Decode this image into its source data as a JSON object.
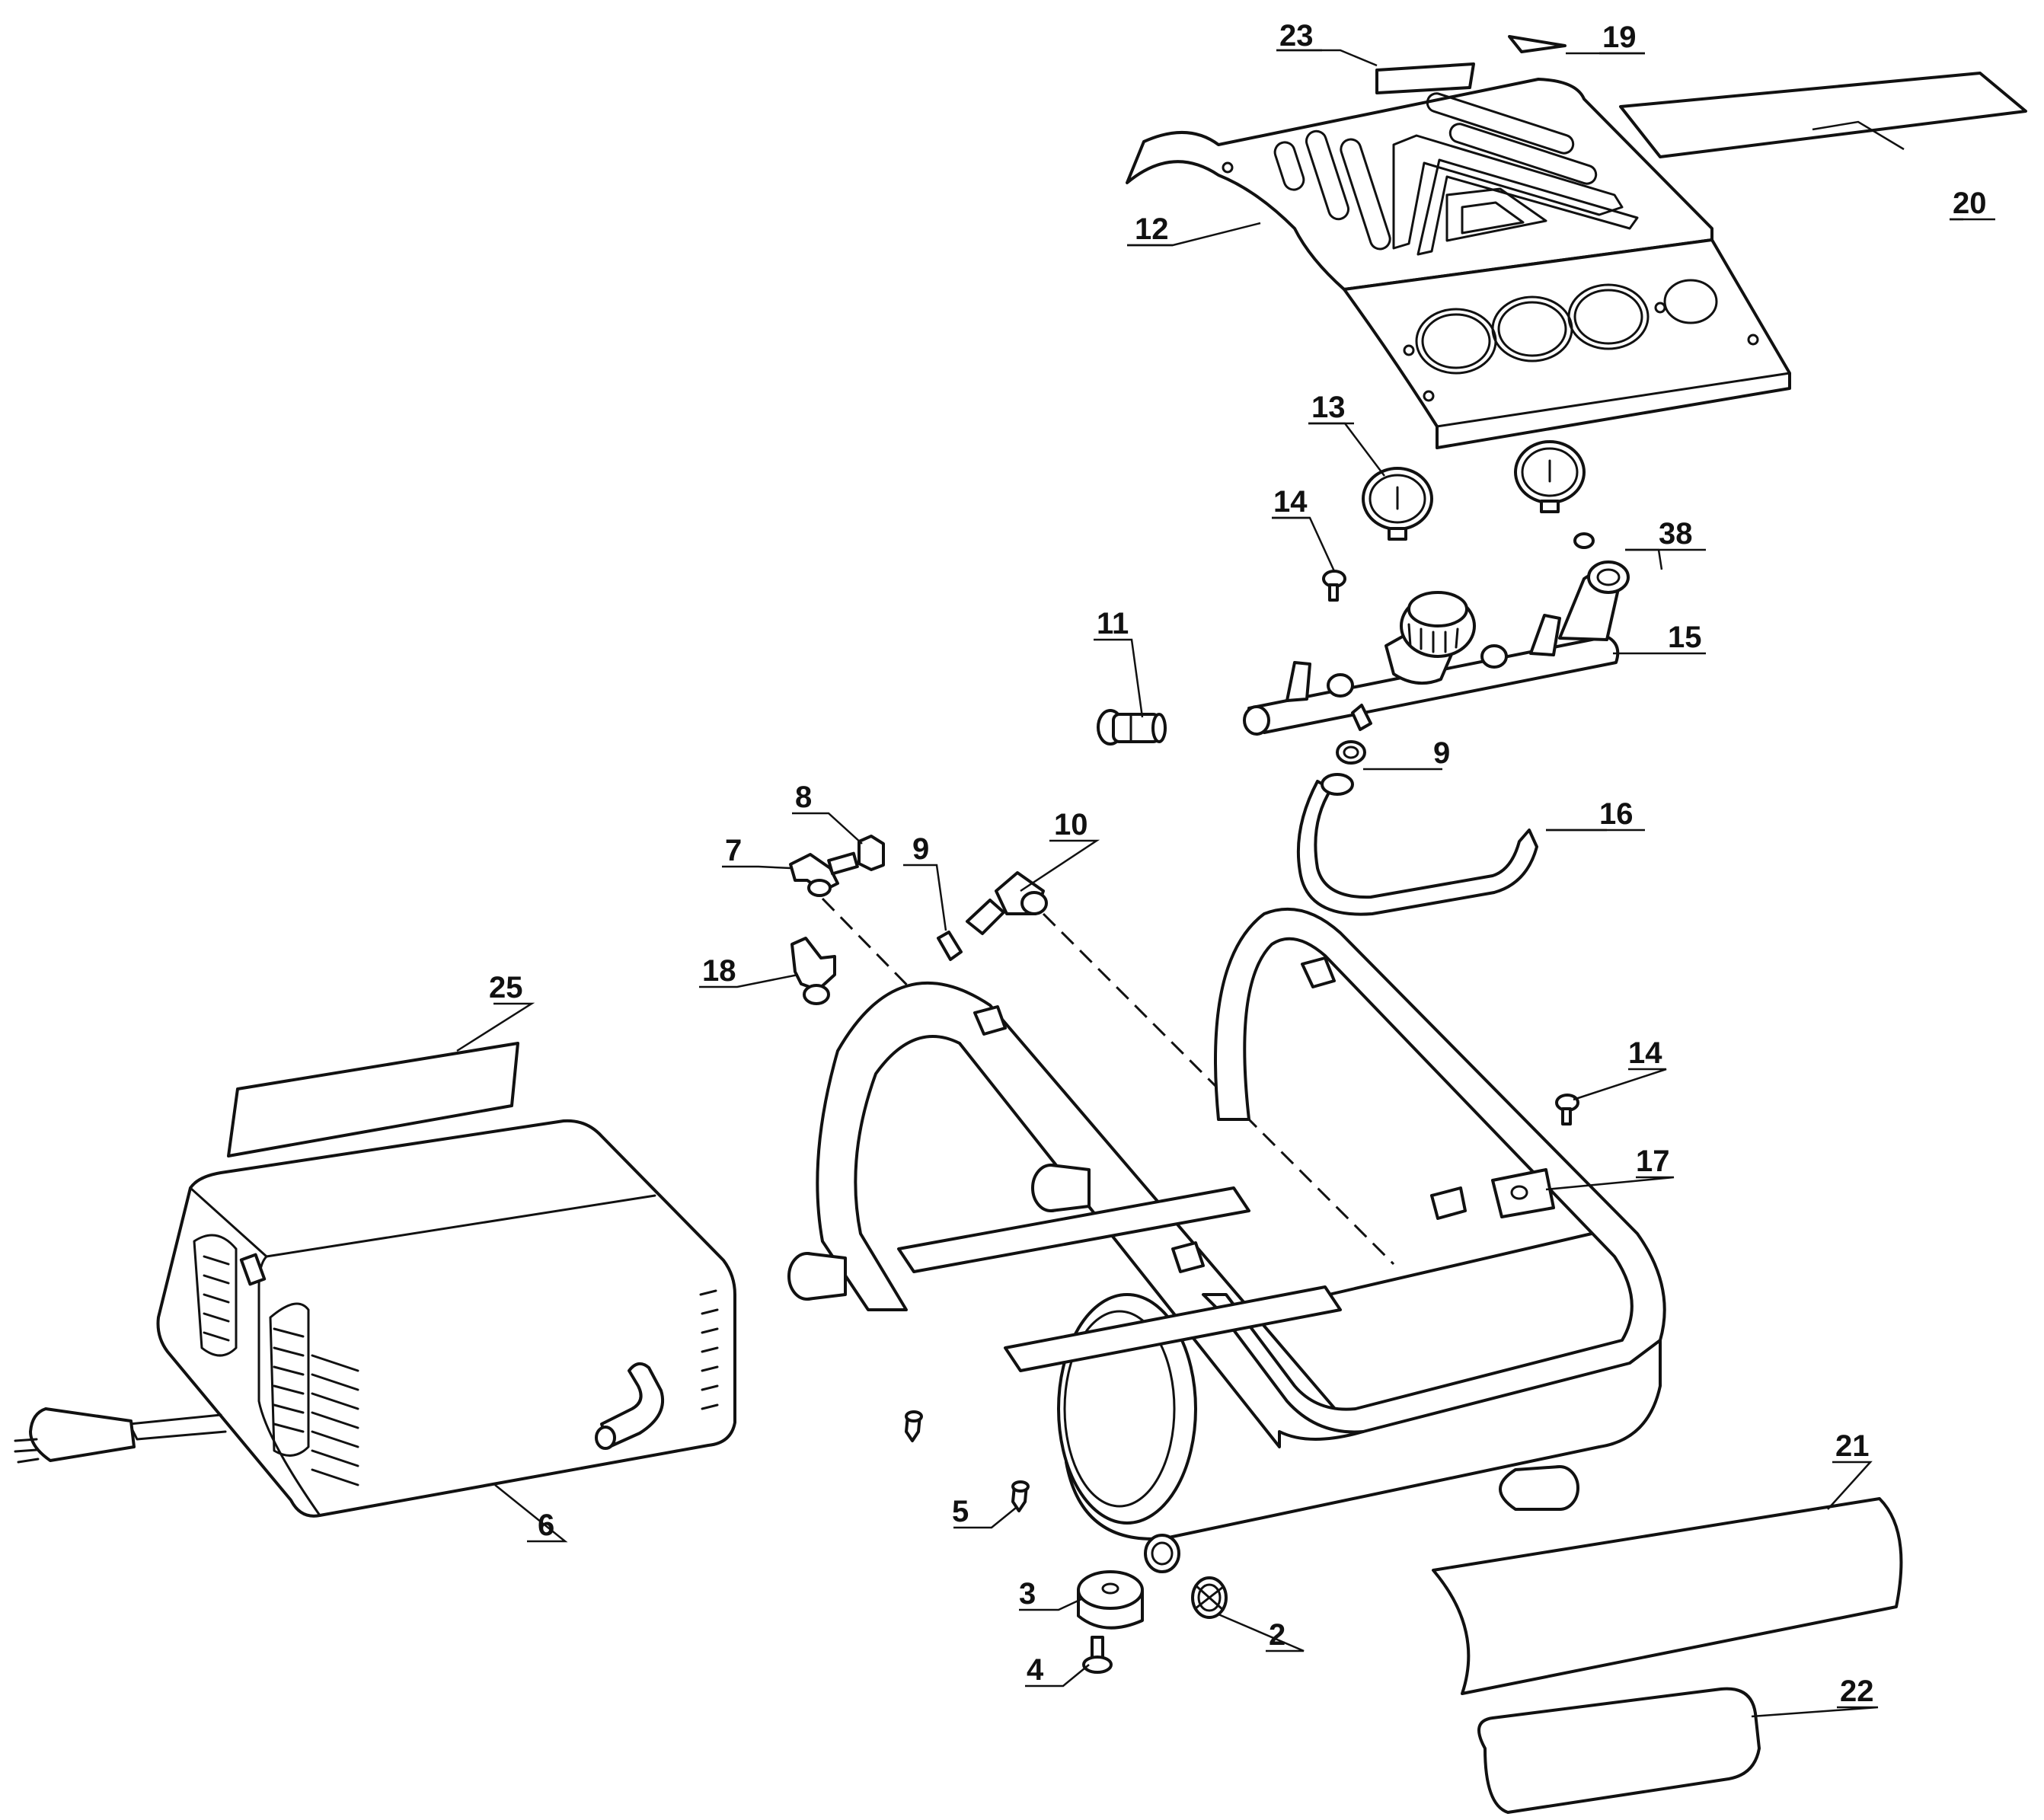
{
  "callouts": {
    "c2": "2",
    "c3": "3",
    "c4": "4",
    "c5": "5",
    "c6": "6",
    "c7": "7",
    "c8": "8",
    "c9a": "9",
    "c9b": "9",
    "c10": "10",
    "c11": "11",
    "c12": "12",
    "c13": "13",
    "c14a": "14",
    "c14b": "14",
    "c15": "15",
    "c16": "16",
    "c17": "17",
    "c18": "18",
    "c19": "19",
    "c20": "20",
    "c21": "21",
    "c22": "22",
    "c23": "23",
    "c25": "25",
    "c38": "38"
  }
}
